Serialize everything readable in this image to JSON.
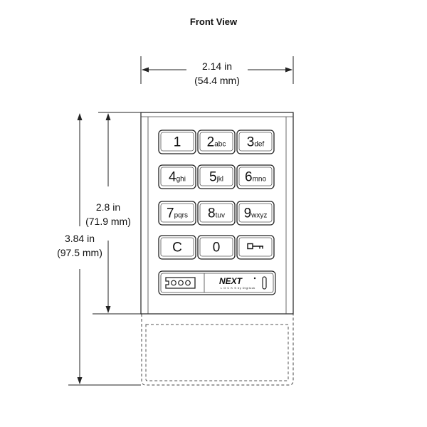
{
  "title": "Front View",
  "width_dimension": {
    "imperial": "2.14 in",
    "metric": "(54.4 mm)"
  },
  "keypad_height_dimension": {
    "imperial": "2.8 in",
    "metric": "(71.9 mm)"
  },
  "overall_height_dimension": {
    "imperial": "3.84 in",
    "metric": "(97.5 mm)"
  },
  "keys": [
    [
      {
        "main": "1",
        "sub": ""
      },
      {
        "main": "2",
        "sub": "abc"
      },
      {
        "main": "3",
        "sub": "def"
      }
    ],
    [
      {
        "main": "4",
        "sub": "ghi"
      },
      {
        "main": "5",
        "sub": "jkl"
      },
      {
        "main": "6",
        "sub": "mno"
      }
    ],
    [
      {
        "main": "7",
        "sub": "pqrs"
      },
      {
        "main": "8",
        "sub": "tuv"
      },
      {
        "main": "9",
        "sub": "wxyz"
      }
    ],
    [
      {
        "main": "C",
        "sub": ""
      },
      {
        "main": "0",
        "sub": ""
      },
      {
        "main": "",
        "sub": "",
        "icon": "key-icon"
      }
    ]
  ],
  "brand": {
    "name": "NEXT",
    "tagline": "L O C K S by Digilock"
  }
}
